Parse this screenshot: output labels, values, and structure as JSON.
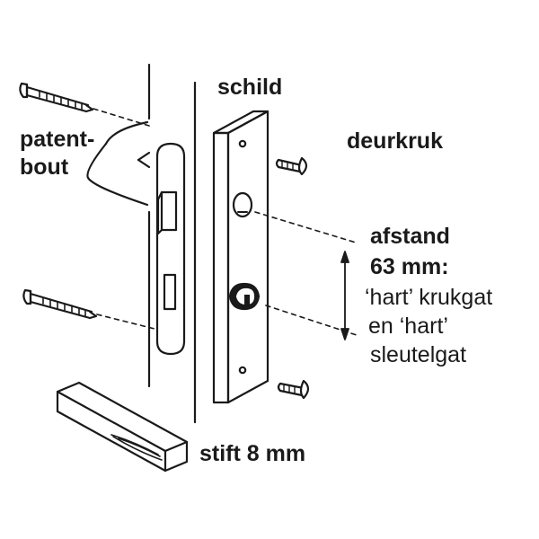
{
  "labels": {
    "schild": "schild",
    "deurkruk": "deurkruk",
    "patent_line1": "patent-",
    "patent_line2": "bout",
    "afstand_line1": "afstand",
    "afstand_line2": "63 mm:",
    "note_line1": "‘hart’ krukgat",
    "note_line2": "en ‘hart’",
    "note_line3": "sleutelgat",
    "stift": "stift 8 mm"
  },
  "colors": {
    "ink": "#1a1a1a",
    "background": "#ffffff"
  },
  "icons": [
    "screw-icon",
    "spindle-icon",
    "lock-case-icon",
    "escutcheon-plate-icon"
  ]
}
